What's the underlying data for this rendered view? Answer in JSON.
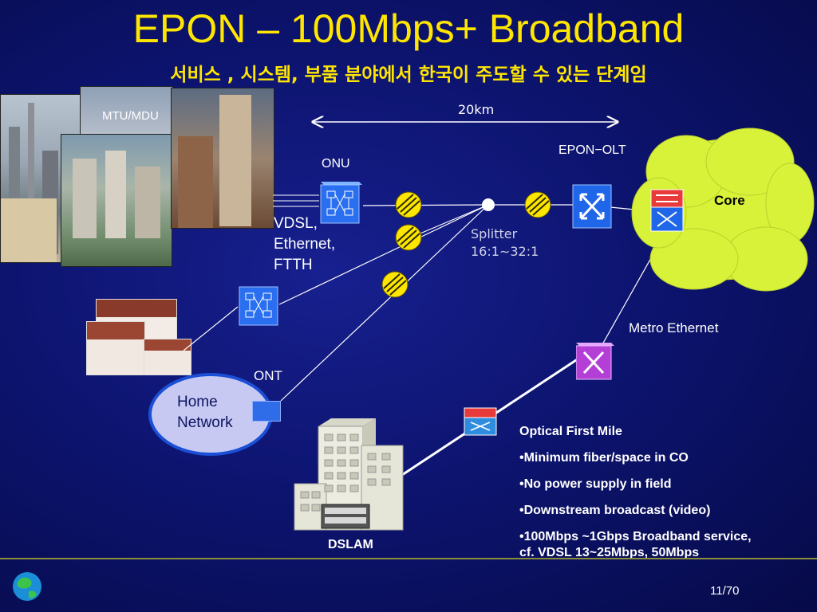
{
  "header": {
    "title": "EPON – 100Mbps+ Broadband",
    "subtitle": "서비스 , 시스템, 부품  분야에서  한국이 주도할 수 있는 단계임"
  },
  "labels": {
    "mtu_mdu": "MTU/MDU",
    "distance": "20km",
    "epon_olt": "EPON−OLT",
    "onu": "ONU",
    "core": "Core",
    "vdsl_line1": "VDSL,",
    "vdsl_line2": "Ethernet,",
    "vdsl_line3": "FTTH",
    "splitter_line1": "Splitter",
    "splitter_line2": "16:1∼32:1",
    "metro_ethernet": "Metro Ethernet",
    "ont": "ONT",
    "home_network_line1": "Home",
    "home_network_line2": "Network",
    "dslam": "DSLAM"
  },
  "bullets": {
    "heading": "Optical First Mile",
    "items": [
      "•Minimum fiber/space in CO",
      "•No power supply in field",
      "•Downstream broadcast (video)",
      "•100Mbps ~1Gbps Broadband service,",
      "cf. VDSL 13~25Mbps, 50Mbps"
    ]
  },
  "footer": {
    "page": "11/70"
  },
  "colors": {
    "title": "#ffe600",
    "cloud": "#d8f23a",
    "switch_blue": "#1f66e8",
    "switch_purple": "#b43fd6",
    "fiber_node": "#ffe600"
  }
}
